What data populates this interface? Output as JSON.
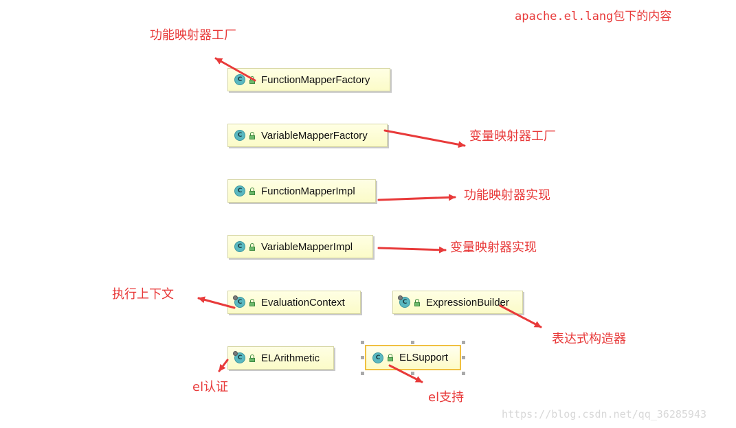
{
  "title": "apache.el.lang包下的内容",
  "classes": [
    {
      "name": "FunctionMapperFactory",
      "icon": "class-icon",
      "icon_letter": "C"
    },
    {
      "name": "VariableMapperFactory",
      "icon": "class-icon",
      "icon_letter": "C"
    },
    {
      "name": "FunctionMapperImpl",
      "icon": "class-icon",
      "icon_letter": "C"
    },
    {
      "name": "VariableMapperImpl",
      "icon": "class-icon",
      "icon_letter": "C"
    },
    {
      "name": "EvaluationContext",
      "icon": "abstract-class-icon",
      "icon_letter": "C"
    },
    {
      "name": "ExpressionBuilder",
      "icon": "abstract-class-icon",
      "icon_letter": "C"
    },
    {
      "name": "ELArithmetic",
      "icon": "abstract-class-icon",
      "icon_letter": "C"
    },
    {
      "name": "ELSupport",
      "icon": "class-icon",
      "icon_letter": "C",
      "selected": true
    }
  ],
  "annotations": [
    {
      "text": "功能映射器工厂"
    },
    {
      "text": "变量映射器工厂"
    },
    {
      "text": "功能映射器实现"
    },
    {
      "text": "变量映射器实现"
    },
    {
      "text": "执行上下文"
    },
    {
      "text": "表达式构造器"
    },
    {
      "text": "el认证"
    },
    {
      "text": "el支持"
    }
  ],
  "watermark": "https://blog.csdn.net/qq_36285943",
  "colors": {
    "annotation": "#e83a3a",
    "class_box": "#fbfbc8",
    "class_icon": "#5ab8c0",
    "selection": "#f0c040"
  }
}
